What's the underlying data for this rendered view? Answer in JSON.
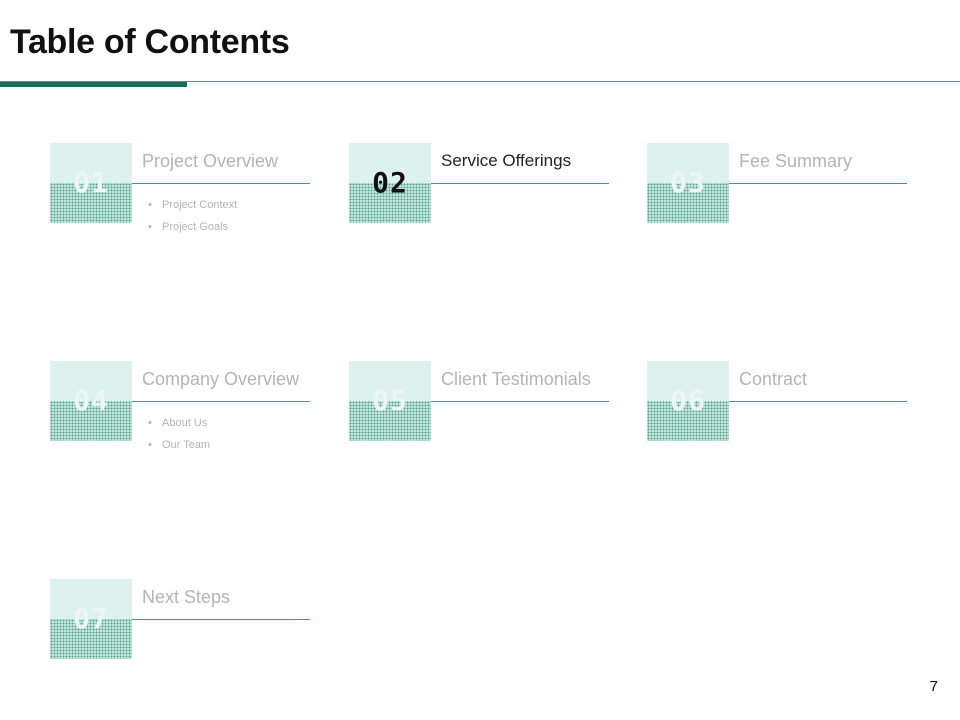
{
  "header": {
    "title": "Table of Contents"
  },
  "items": [
    {
      "number": "01",
      "label": "Project Overview",
      "bullets": [
        "Project Context",
        "Project Goals"
      ]
    },
    {
      "number": "02",
      "label": "Service Offerings",
      "bullets": []
    },
    {
      "number": "03",
      "label": "Fee Summary",
      "bullets": []
    },
    {
      "number": "04",
      "label": "Company Overview",
      "bullets": [
        "About Us",
        "Our Team"
      ]
    },
    {
      "number": "05",
      "label": "Client Testimonials",
      "bullets": []
    },
    {
      "number": "06",
      "label": "Contract",
      "bullets": []
    },
    {
      "number": "07",
      "label": "Next Steps",
      "bullets": []
    }
  ],
  "footer": {
    "page_number": "7"
  },
  "colors": {
    "accent": "#3a9d88",
    "accent_dark": "#1e6b57",
    "tile": "#def2ed",
    "muted_text": "#b4b4b4"
  }
}
